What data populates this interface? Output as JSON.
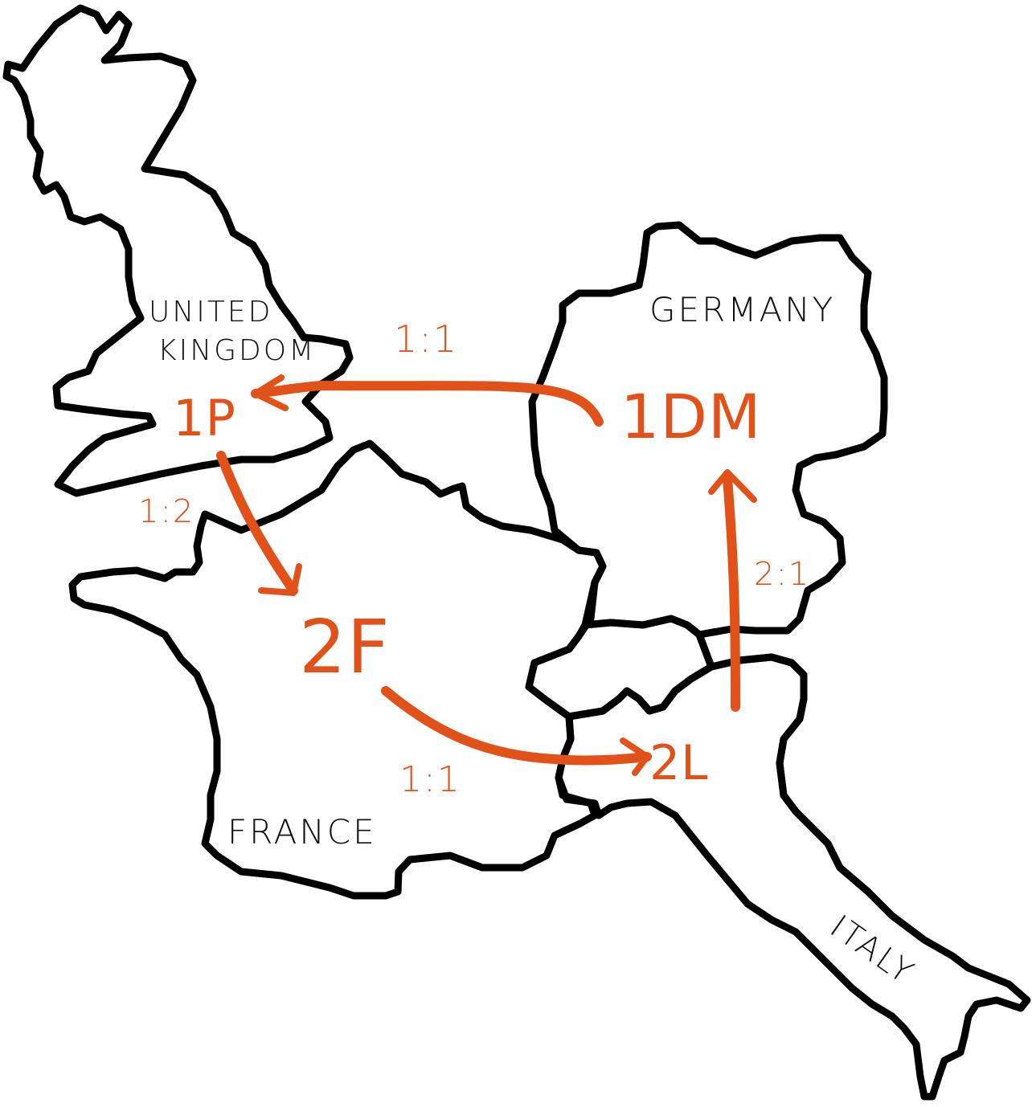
{
  "colors": {
    "ink": "#000000",
    "accent": "#e0521a",
    "background": "#ffffff"
  },
  "countries": {
    "uk_line1": "UNITED",
    "uk_line2": "KINGDOM",
    "germany": "GERMANY",
    "france": "FRANCE",
    "italy": "ITALY"
  },
  "currencies": {
    "uk": "1P",
    "germany": "1DM",
    "france": "2F",
    "italy": "2L"
  },
  "exchange_rates": {
    "germany_to_uk": "1:1",
    "uk_to_france": "1:2",
    "france_to_italy": "1:1",
    "italy_to_germany": "2:1"
  }
}
